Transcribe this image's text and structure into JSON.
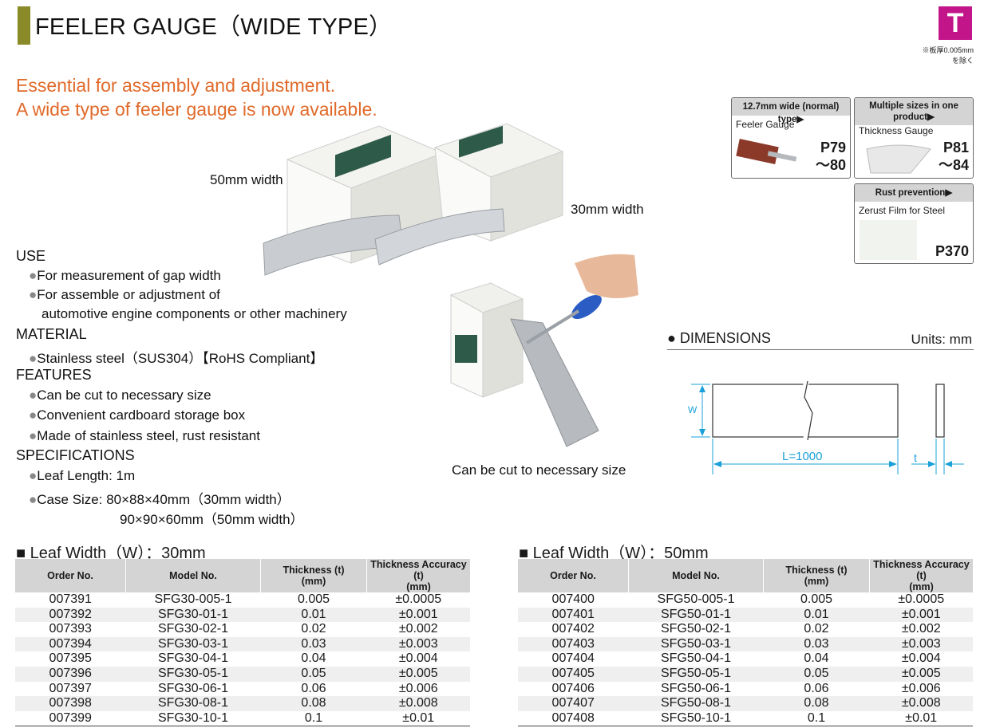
{
  "header": {
    "title": "FEELER GAUGE（WIDE TYPE）",
    "badge": "T",
    "note_line1": "※板厚0.005mm",
    "note_line2": "を除く"
  },
  "tagline": {
    "line1": "Essential for assembly and adjustment.",
    "line2": "A wide type of feeler gauge is now available."
  },
  "photo_labels": {
    "width_50": "50mm width",
    "width_30": "30mm width",
    "cut_caption": "Can be cut to necessary size"
  },
  "references": [
    {
      "header": "12.7mm wide (normal) type▶",
      "name": "Feeler Gauge",
      "page_line1": "P79",
      "page_line2": "～80"
    },
    {
      "header": "Multiple sizes in one product▶",
      "name": "Thickness Gauge",
      "page_line1": "P81",
      "page_line2": "～84"
    },
    {
      "header": "Rust prevention▶",
      "name": "Zerust Film for Steel",
      "page_line1": "P370",
      "page_line2": ""
    }
  ],
  "specs": {
    "bullet": "●",
    "use_title": "USE",
    "use_1": "For measurement of gap width",
    "use_2": "For assemble or adjustment of",
    "use_2b": "automotive engine components or other machinery",
    "material_title": "MATERIAL",
    "material_1": "Stainless steel（SUS304）【RoHS Compliant】",
    "features_title": "FEATURES",
    "feature_1": "Can be cut to necessary size",
    "feature_2": "Convenient cardboard storage box",
    "feature_3": "Made of stainless steel, rust resistant",
    "specifications_title": "SPECIFICATIONS",
    "spec_1": "Leaf Length: 1m",
    "spec_2": "Case Size: 80×88×40mm（30mm width）",
    "spec_2b": "90×90×60mm（50mm width）"
  },
  "dimensions": {
    "heading": "● DIMENSIONS",
    "units": "Units: mm",
    "w_label": "W",
    "l_label": "L=1000",
    "t_label": "t"
  },
  "tables": {
    "columns": {
      "order": "Order No.",
      "model": "Model No.",
      "thickness_1": "Thickness (t)",
      "thickness_2": "(mm)",
      "accuracy_1": "Thickness Accuracy (t)",
      "accuracy_2": "(mm)"
    },
    "w30": {
      "title": "■ Leaf Width（W）：30mm",
      "rows": [
        {
          "order": "007391",
          "model": "SFG30-005-1",
          "thickness": "0.005",
          "accuracy": "±0.0005"
        },
        {
          "order": "007392",
          "model": "SFG30-01-1",
          "thickness": "0.01",
          "accuracy": "±0.001"
        },
        {
          "order": "007393",
          "model": "SFG30-02-1",
          "thickness": "0.02",
          "accuracy": "±0.002"
        },
        {
          "order": "007394",
          "model": "SFG30-03-1",
          "thickness": "0.03",
          "accuracy": "±0.003"
        },
        {
          "order": "007395",
          "model": "SFG30-04-1",
          "thickness": "0.04",
          "accuracy": "±0.004"
        },
        {
          "order": "007396",
          "model": "SFG30-05-1",
          "thickness": "0.05",
          "accuracy": "±0.005"
        },
        {
          "order": "007397",
          "model": "SFG30-06-1",
          "thickness": "0.06",
          "accuracy": "±0.006"
        },
        {
          "order": "007398",
          "model": "SFG30-08-1",
          "thickness": "0.08",
          "accuracy": "±0.008"
        },
        {
          "order": "007399",
          "model": "SFG30-10-1",
          "thickness": "0.1",
          "accuracy": "±0.01"
        }
      ]
    },
    "w50": {
      "title": "■ Leaf Width（W）：50mm",
      "rows": [
        {
          "order": "007400",
          "model": "SFG50-005-1",
          "thickness": "0.005",
          "accuracy": "±0.0005"
        },
        {
          "order": "007401",
          "model": "SFG50-01-1",
          "thickness": "0.01",
          "accuracy": "±0.001"
        },
        {
          "order": "007402",
          "model": "SFG50-02-1",
          "thickness": "0.02",
          "accuracy": "±0.002"
        },
        {
          "order": "007403",
          "model": "SFG50-03-1",
          "thickness": "0.03",
          "accuracy": "±0.003"
        },
        {
          "order": "007404",
          "model": "SFG50-04-1",
          "thickness": "0.04",
          "accuracy": "±0.004"
        },
        {
          "order": "007405",
          "model": "SFG50-05-1",
          "thickness": "0.05",
          "accuracy": "±0.005"
        },
        {
          "order": "007406",
          "model": "SFG50-06-1",
          "thickness": "0.06",
          "accuracy": "±0.006"
        },
        {
          "order": "007407",
          "model": "SFG50-08-1",
          "thickness": "0.08",
          "accuracy": "±0.008"
        },
        {
          "order": "007408",
          "model": "SFG50-10-1",
          "thickness": "0.1",
          "accuracy": "±0.01"
        }
      ]
    }
  },
  "colors": {
    "accent_bar": "#8a8a28",
    "tagline": "#e06a2a",
    "badge": "#c2158a",
    "header_fill": "#d4d4d4"
  }
}
